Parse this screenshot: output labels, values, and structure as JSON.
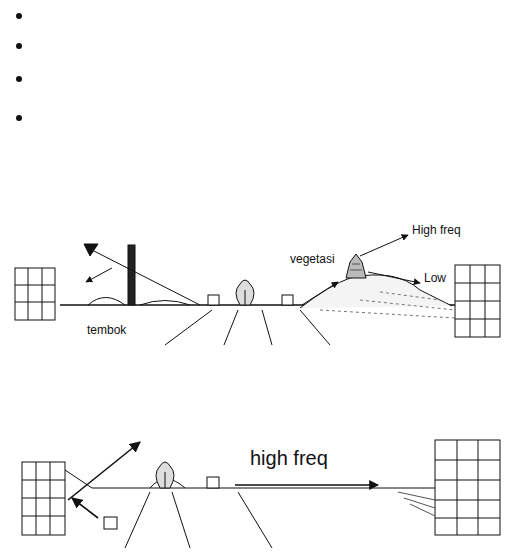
{
  "diagram": {
    "labels": [
      "tembok",
      "vegetasi",
      "High freq",
      "Low",
      "high freq"
    ]
  }
}
